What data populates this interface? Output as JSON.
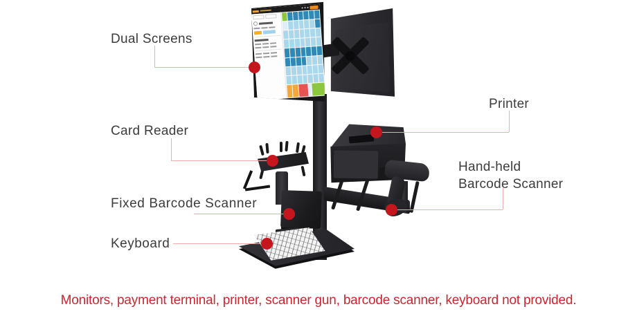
{
  "annotations": {
    "dual_screens": "Dual Screens",
    "card_reader": "Card Reader",
    "fixed_barcode_scanner": "Fixed Barcode Scanner",
    "keyboard": "Keyboard",
    "printer": "Printer",
    "handheld_line1": "Hand-held",
    "handheld_line2": "Barcode Scanner"
  },
  "disclaimer": "Monitors, payment terminal, printer, scanner gun, barcode scanner, keyboard not provided.",
  "colors": {
    "callout_dot": "#c5161d",
    "leader_line": "#f2abab",
    "label_text": "#3c3c3c",
    "disclaimer_text": "#cb262d",
    "device_black": "#1d1d20"
  },
  "pos_screen": {
    "palette": {
      "L": "#abd7ec",
      "l": "#ddeef8",
      "T": "#2f88b5",
      "G": "#8dc63f",
      "R": "#e55352",
      "Y": "#f2a93b"
    },
    "grid": [
      "GTTTTTT",
      "lLLLLLT",
      "LLLLLLL",
      "LLLLLLL",
      "TTTTTTT",
      "TTTTLLL",
      "LLLLLLL",
      "LLLLLLL"
    ],
    "bottom_row": [
      {
        "c": "Y",
        "f": 1
      },
      {
        "c": "Y",
        "f": 1
      },
      {
        "c": "R",
        "f": 1.7
      },
      {
        "c": "l",
        "f": 0.6
      },
      {
        "c": "G",
        "f": 2.4
      }
    ]
  }
}
